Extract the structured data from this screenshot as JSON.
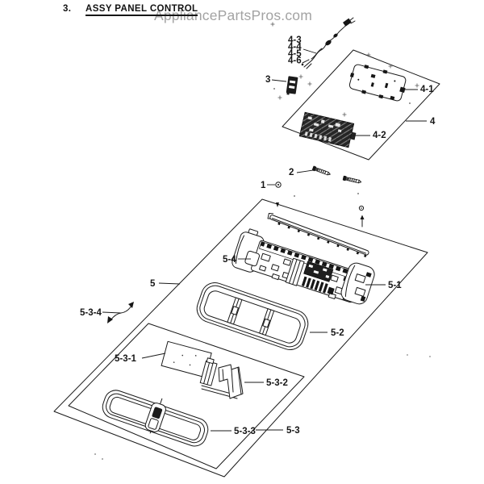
{
  "header": {
    "section_number": "3.",
    "title": "ASSY PANEL CONTROL"
  },
  "watermark": {
    "text": "AppliancePartsPros.com",
    "color": "#a3a3a3"
  },
  "diagram": {
    "ink_color": "#1a1a1a",
    "background": "#ffffff",
    "part_labels": {
      "p1": "1",
      "p2": "2",
      "p3": "3",
      "p4": "4",
      "p4_1": "4-1",
      "p4_2": "4-2",
      "p4_3": "4-3",
      "p4_4": "4-4",
      "p4_5": "4-5",
      "p4_6": "4-6",
      "p5": "5",
      "p5_1": "5-1",
      "p5_2": "5-2",
      "p5_3": "5-3",
      "p5_3_1": "5-3-1",
      "p5_3_2": "5-3-2",
      "p5_3_3": "5-3-3",
      "p5_3_4": "5-3-4",
      "p5_4": "5-4"
    }
  }
}
